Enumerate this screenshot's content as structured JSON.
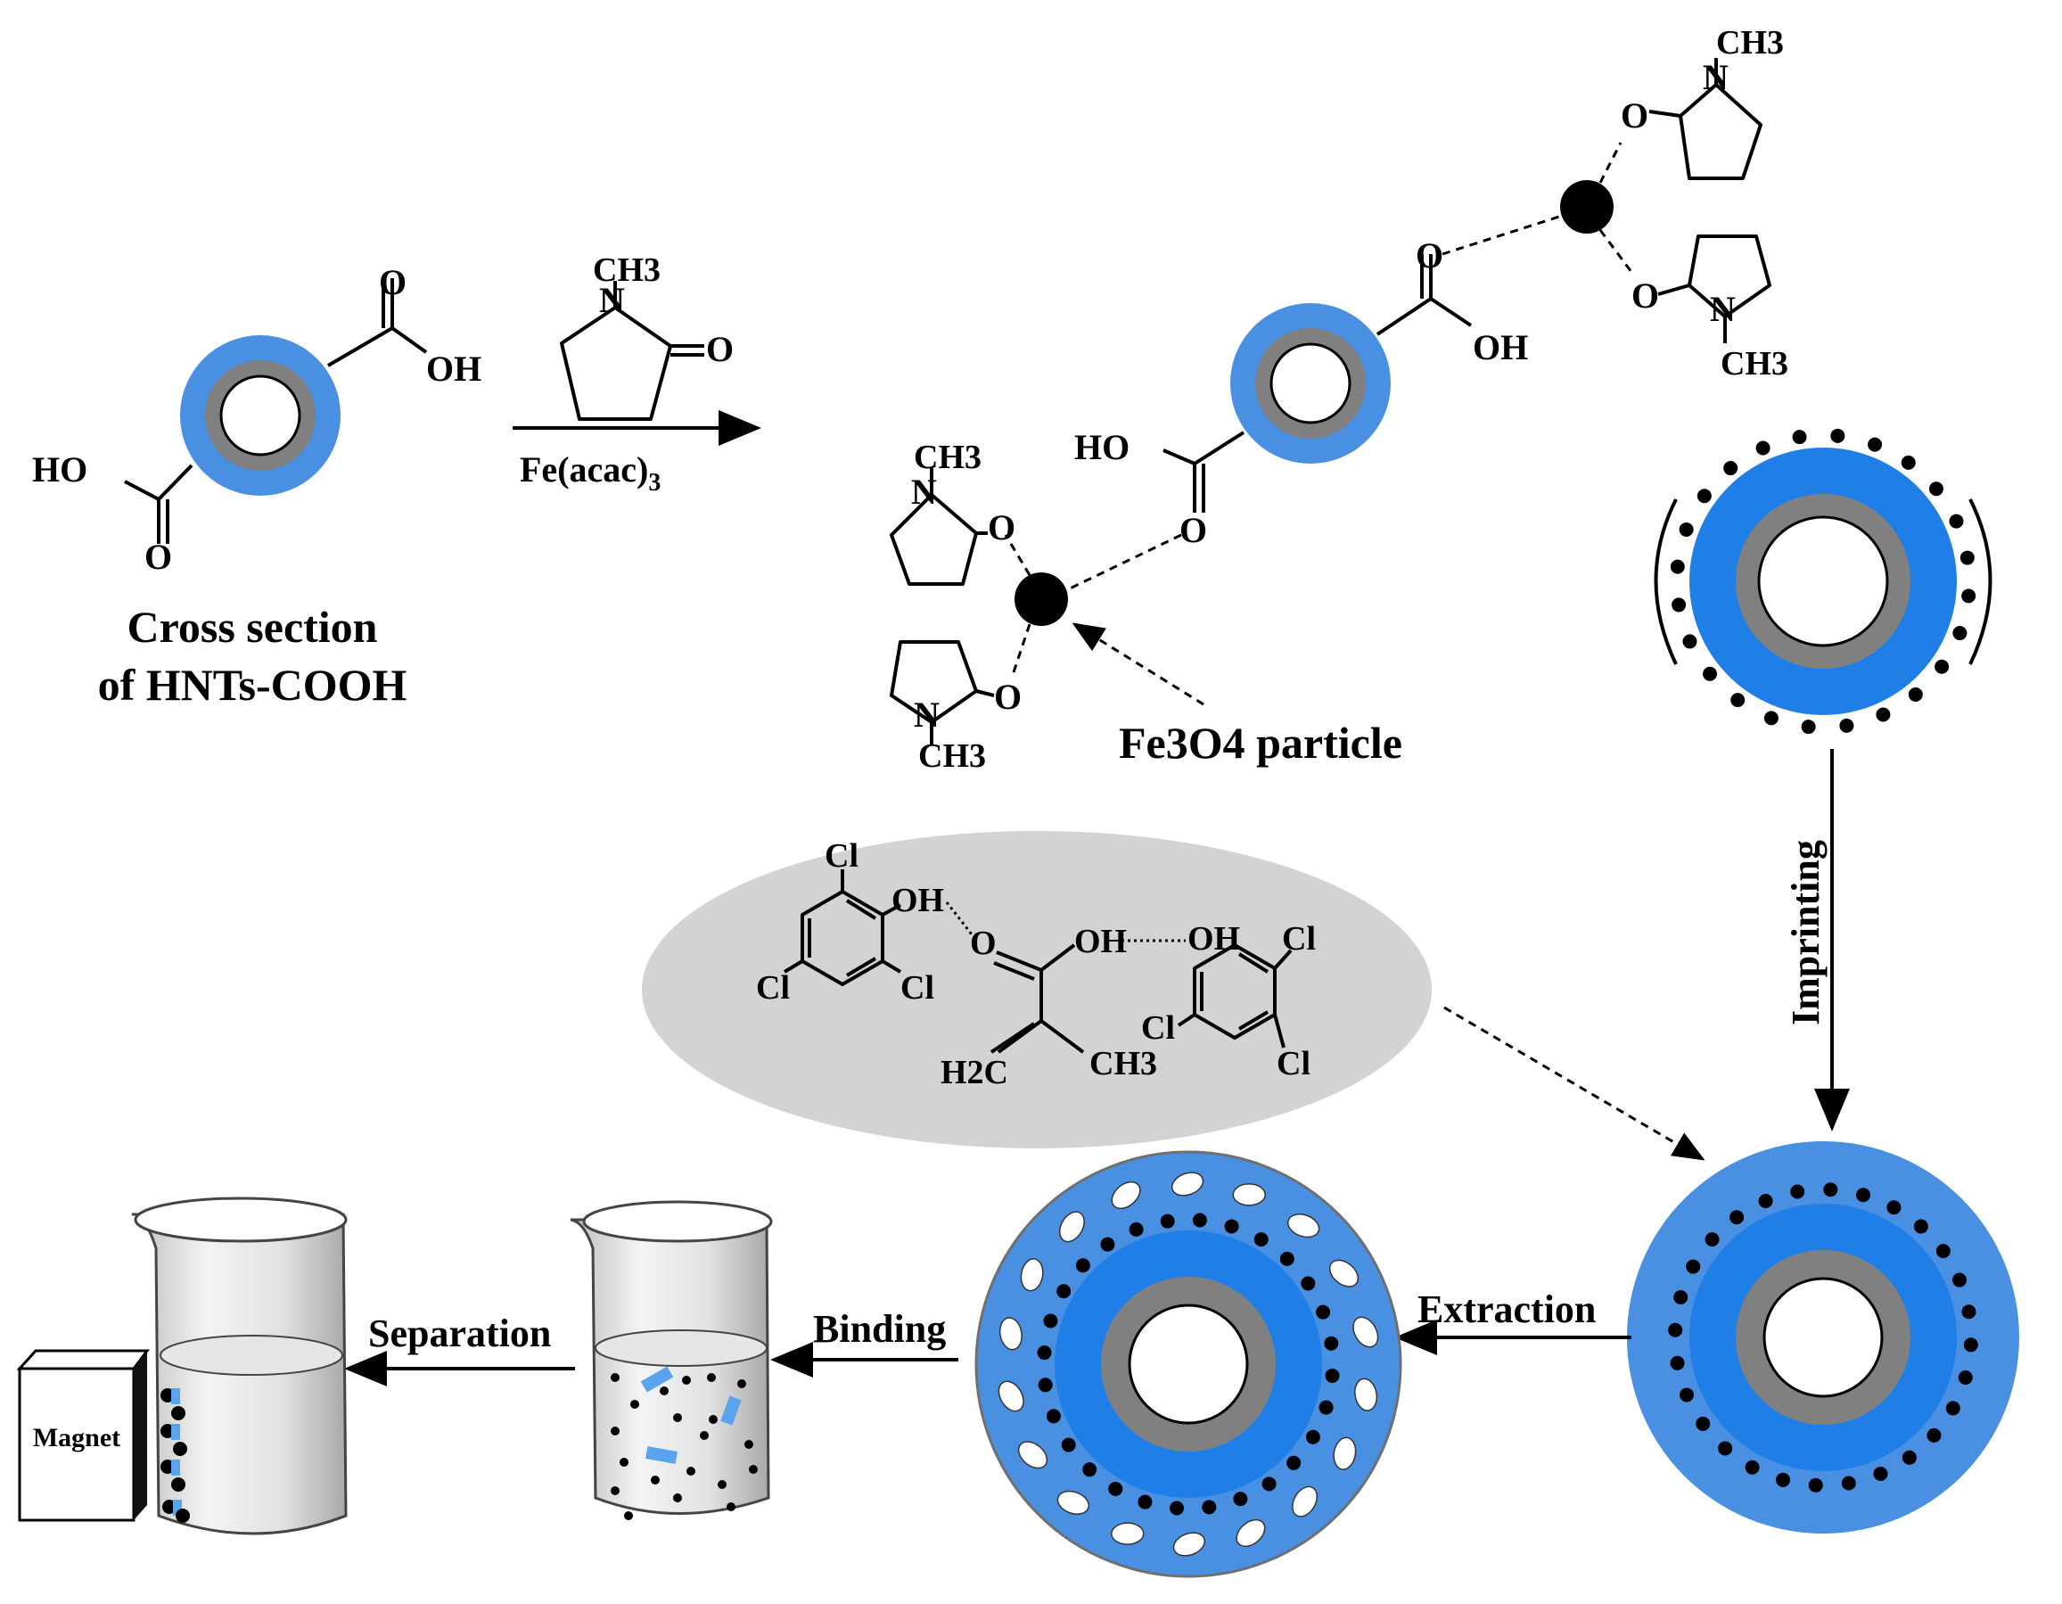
{
  "colors": {
    "outer_shell": "#4a90e2",
    "mid_shell": "#1f7fe6",
    "core_ring": "#808080",
    "background": "#ffffff",
    "oval": "#d3d3d3",
    "pore": "#ffffff",
    "particle": "#000000"
  },
  "labels": {
    "cross_section_line1": "Cross section",
    "cross_section_line2": "of HNTs-COOH",
    "fe_acac": "Fe(acac)",
    "fe_acac_sub": "3",
    "fe3o4_particle": "Fe3O4 particle",
    "imprinting": "Imprinting",
    "extraction": "Extraction",
    "binding": "Binding",
    "separation": "Separation",
    "magnet": "Magnet"
  },
  "chem": {
    "oh": "OH",
    "ho": "HO",
    "o": "O",
    "n": "N",
    "ch3": "CH3",
    "cl": "Cl",
    "h2c": "H2C",
    "oh_hbond": "OH"
  }
}
